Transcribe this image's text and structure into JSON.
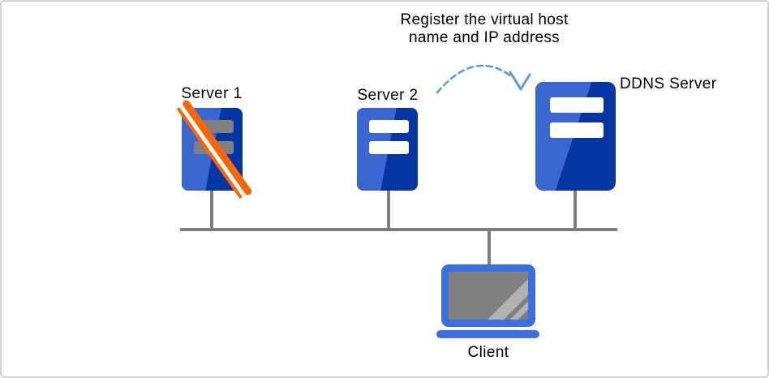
{
  "annotation": {
    "line1": "Register the virtual host",
    "line2": "name and IP address"
  },
  "nodes": {
    "server1": {
      "label": "Server 1",
      "status": "offline"
    },
    "server2": {
      "label": "Server 2",
      "status": "online"
    },
    "ddns": {
      "label": "DDNS Server",
      "status": "online"
    },
    "client": {
      "label": "Client"
    }
  },
  "icons": {
    "server1": "server-tower-icon-with-offline-stripe",
    "server2": "server-tower-icon",
    "ddns": "server-tower-icon-large",
    "client": "laptop-icon",
    "annotation_arrow": "curved-dashed-arrow-icon"
  },
  "colors": {
    "server_blue_light": "#3A67D2",
    "server_blue_dark": "#0534A3",
    "server_slot_white": "#FFFFFF",
    "disabled_slot_gray": "#808080",
    "offline_stripe_orange": "#FF6600",
    "offline_stripe_white": "#FFFFFF",
    "laptop_frame_blue": "#3B6FE0",
    "laptop_screen_gray": "#808080",
    "screen_reflection_gray": "#B3B3B3",
    "network_line_gray": "#7D7D7D",
    "arrow_blue": "#5B9BD5",
    "text_black": "#000000",
    "canvas_border_gray": "#D2D2D2"
  }
}
